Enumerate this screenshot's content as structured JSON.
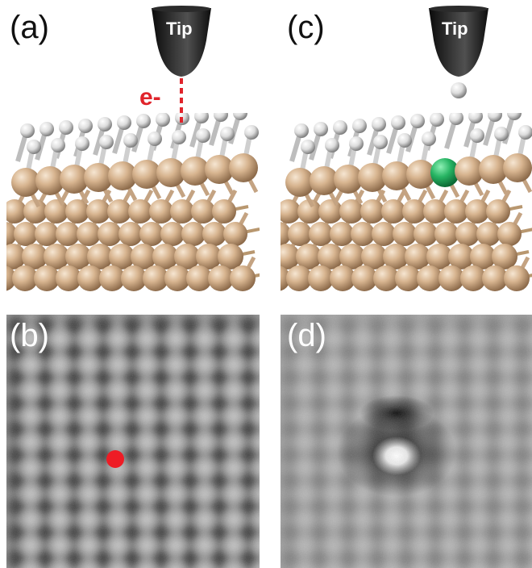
{
  "panels": {
    "a": {
      "label": "(a)",
      "tip_label": "Tip",
      "electron_label": "e-"
    },
    "b": {
      "label": "(b)"
    },
    "c": {
      "label": "(c)",
      "tip_label": "Tip"
    },
    "d": {
      "label": "(d)"
    }
  },
  "colors": {
    "tip": "#1a1a1a",
    "electron": "#e0242b",
    "silicon_atom": "#c9a27c",
    "bond": "#b89a78",
    "hydrogen_atom": "#e8e8e8",
    "highlighted_atom": "#1f9e4f",
    "marker_dot": "#ee1c25"
  }
}
